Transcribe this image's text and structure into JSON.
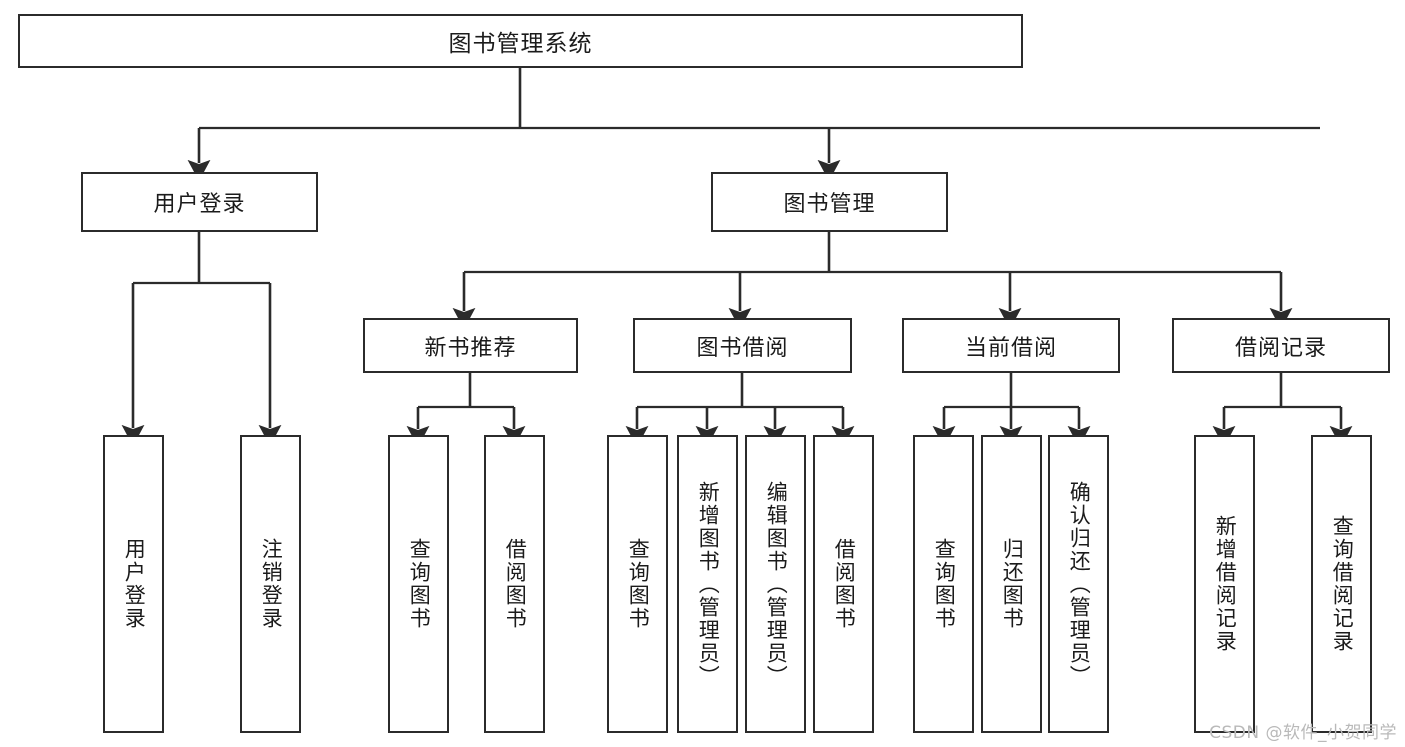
{
  "diagram": {
    "type": "tree",
    "title": "图书管理系统",
    "root": {
      "label": "图书管理系统"
    },
    "level2": [
      {
        "id": "user-login",
        "label": "用户登录"
      },
      {
        "id": "book-manage",
        "label": "图书管理"
      }
    ],
    "level3": [
      {
        "id": "new-book-rec",
        "label": "新书推荐",
        "parent": "book-manage"
      },
      {
        "id": "book-borrow",
        "label": "图书借阅",
        "parent": "book-manage"
      },
      {
        "id": "current-borrow",
        "label": "当前借阅",
        "parent": "book-manage"
      },
      {
        "id": "borrow-record",
        "label": "借阅记录",
        "parent": "book-manage"
      }
    ],
    "leaves": [
      {
        "id": "leaf-user-login",
        "label": "用户登录",
        "parent": "user-login"
      },
      {
        "id": "leaf-logout",
        "label": "注销登录",
        "parent": "user-login"
      },
      {
        "id": "leaf-query-book-1",
        "label": "查询图书",
        "parent": "new-book-rec"
      },
      {
        "id": "leaf-borrow-book-1",
        "label": "借阅图书",
        "parent": "new-book-rec"
      },
      {
        "id": "leaf-query-book-2",
        "label": "查询图书",
        "parent": "book-borrow"
      },
      {
        "id": "leaf-add-book",
        "label": "新增图书（管理员）",
        "parent": "book-borrow"
      },
      {
        "id": "leaf-edit-book",
        "label": "编辑图书（管理员）",
        "parent": "book-borrow"
      },
      {
        "id": "leaf-borrow-book-2",
        "label": "借阅图书",
        "parent": "book-borrow"
      },
      {
        "id": "leaf-query-book-3",
        "label": "查询图书",
        "parent": "current-borrow"
      },
      {
        "id": "leaf-return-book",
        "label": "归还图书",
        "parent": "current-borrow"
      },
      {
        "id": "leaf-confirm-return",
        "label": "确认归还（管理员）",
        "parent": "current-borrow"
      },
      {
        "id": "leaf-add-record",
        "label": "新增借阅记录",
        "parent": "borrow-record"
      },
      {
        "id": "leaf-query-record",
        "label": "查询借阅记录",
        "parent": "borrow-record"
      }
    ]
  },
  "watermark": {
    "text": "CSDN @软件_小贺同学"
  },
  "colors": {
    "node_border": "#2b2b2b",
    "node_fill": "#ffffff",
    "edge": "#2b2b2b",
    "text": "#1b1b1b",
    "watermark": "#b9b9b9",
    "background": "#ffffff"
  }
}
